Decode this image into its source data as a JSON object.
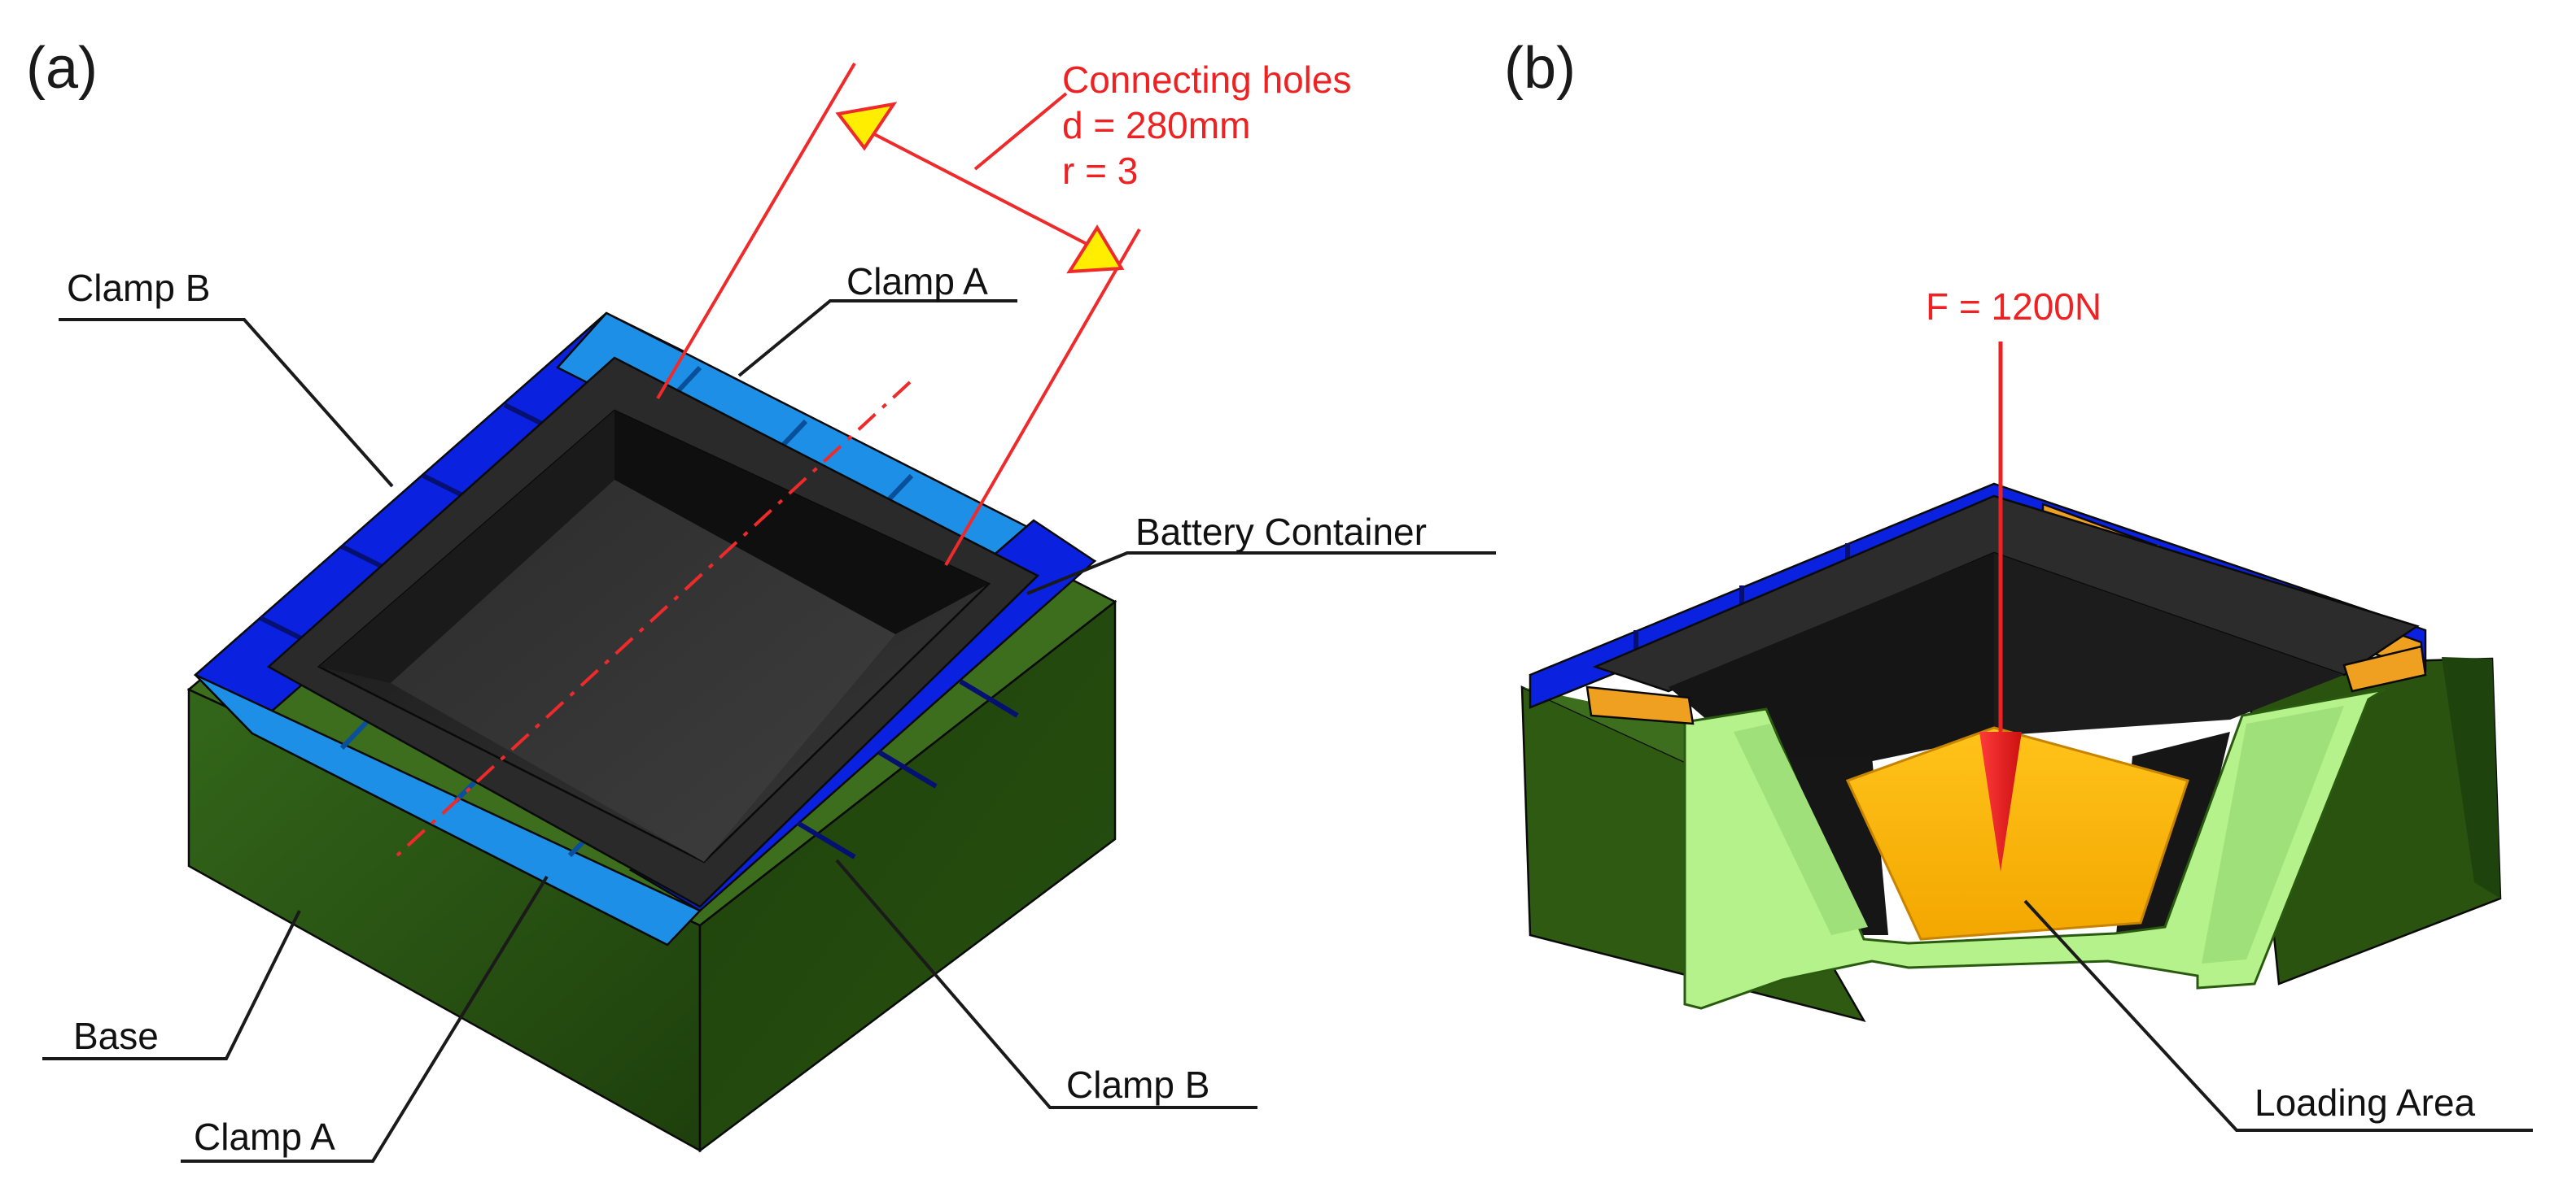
{
  "panels": {
    "a": {
      "letter": "(a)"
    },
    "b": {
      "letter": "(b)"
    }
  },
  "labels_a": {
    "clamp_b_top": "Clamp B",
    "clamp_a_top": "Clamp A",
    "battery_container": "Battery Container",
    "base": "Base",
    "clamp_a_bottom": "Clamp A",
    "clamp_b_bottom": "Clamp B"
  },
  "annotation_a": {
    "line1": "Connecting holes",
    "line2": "d = 280mm",
    "line3": "r = 3"
  },
  "labels_b": {
    "force": "F = 1200N",
    "loading_area": "Loading Area"
  },
  "colors": {
    "base": "#2f5a12",
    "clamp_a": "#1e8fe6",
    "clamp_b": "#0a22e0",
    "container": "#2a2a2a",
    "section_cut": "#b5f28c",
    "loading_area": "#f7b400",
    "clamp_orange": "#f0a020",
    "annotation_red": "#ee2222",
    "arrowhead_yellow": "#ffee00"
  }
}
